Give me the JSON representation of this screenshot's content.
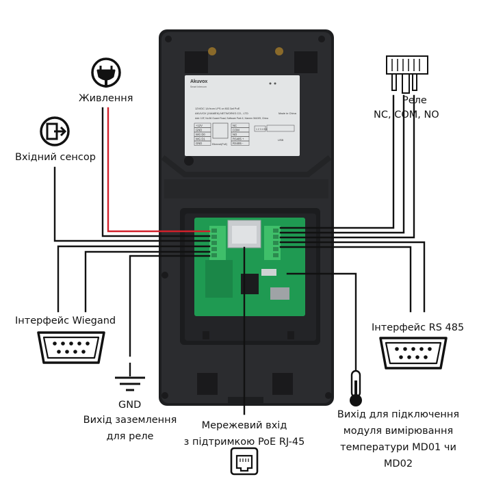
{
  "labels": {
    "power": "Живлення",
    "input_sensor": "Вхідний сенсор",
    "relay_title": "Реле",
    "relay_contacts": "NC, COM, NO",
    "wiegand": "Інтерфейс Wiegand",
    "rs485": "Інтерфейс RS 485",
    "gnd": "GND",
    "ground_output_line1": "Вихід заземлення",
    "ground_output_line2": "для реле",
    "network_line1": "Мережевий вхід",
    "network_line2": "з підтримкою PoE RJ-45",
    "temp_line1": "Вихід для підключення",
    "temp_line2": "модуля вимірювання",
    "temp_line3": "температури MD01 чи",
    "temp_line4": "MD02"
  },
  "sticker": {
    "brand": "Akuvox",
    "tagline": "Smart Intercom",
    "spec": "12V/DC 1A from LPS or 802.3af PoE",
    "company": "AKUVOX (XIAMEN) NETWORKS CO., LTD",
    "made_in": "Made in China",
    "address": "Add: 10F, No.56 Guanri Road, Software Park II, Xiamen 361009, China",
    "terminals_left": [
      "+12V",
      "GND",
      "WG D0",
      "WG D1",
      "GND"
    ],
    "terminals_mid": [
      "NC",
      "COM",
      "NO",
      "RS485 +",
      "RS485 -"
    ],
    "ethernet": "Ethernet(PoE)",
    "pins": "1 2 3 4 5 6",
    "usb": "USB"
  },
  "colors": {
    "device_body": "#2b2c2f",
    "pcb": "#1f9a52",
    "terminal": "#3fbf6a",
    "power_wire": "#d3202a",
    "wire": "#111111"
  },
  "icons": {
    "power": "power-plug-icon",
    "input_sensor": "exit-door-icon",
    "relay": "relay-icon",
    "wiegand": "db9-connector-icon",
    "rs485": "db9-connector-icon",
    "gnd": "ground-icon",
    "network": "rj45-port-icon",
    "temperature": "thermometer-icon"
  }
}
